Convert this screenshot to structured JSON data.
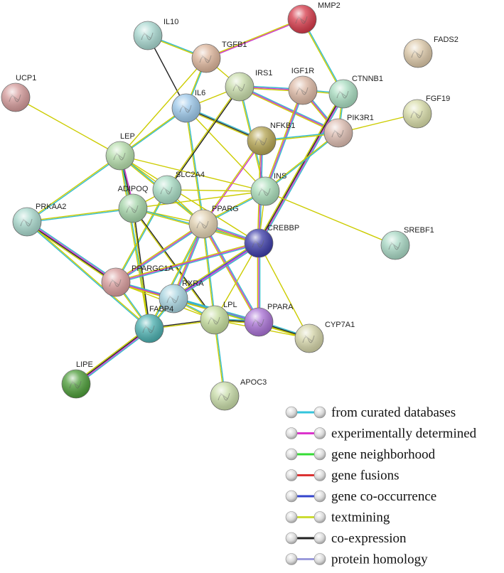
{
  "network": {
    "nodes": [
      {
        "id": "IL10",
        "label": "IL10",
        "color": "#a8d8d0"
      },
      {
        "id": "MMP2",
        "label": "MMP2",
        "color": "#d63a4a"
      },
      {
        "id": "FADS2",
        "label": "FADS2",
        "color": "#dcc8a8"
      },
      {
        "id": "TGFB1",
        "label": "TGFB1",
        "color": "#dcb49a"
      },
      {
        "id": "UCP1",
        "label": "UCP1",
        "color": "#d49a9a"
      },
      {
        "id": "IRS1",
        "label": "IRS1",
        "color": "#c8dcaa"
      },
      {
        "id": "IGF1R",
        "label": "IGF1R",
        "color": "#dcb8a4"
      },
      {
        "id": "CTNNB1",
        "label": "CTNNB1",
        "color": "#a8dcc0"
      },
      {
        "id": "FGF19",
        "label": "FGF19",
        "color": "#d8dca8"
      },
      {
        "id": "IL6",
        "label": "IL6",
        "color": "#9cc8ea"
      },
      {
        "id": "NFKB1",
        "label": "NFKB1",
        "color": "#b4a452"
      },
      {
        "id": "PIK3R1",
        "label": "PIK3R1",
        "color": "#dcbcb0"
      },
      {
        "id": "LEP",
        "label": "LEP",
        "color": "#b4dcaa"
      },
      {
        "id": "SLC2A4",
        "label": "SLC2A4",
        "color": "#a8dcc4"
      },
      {
        "id": "ADIPOQ",
        "label": "ADIPOQ",
        "color": "#a4d4a8"
      },
      {
        "id": "INS",
        "label": "INS",
        "color": "#a8dcb8"
      },
      {
        "id": "PRKAA2",
        "label": "PRKAA2",
        "color": "#a8d8cc"
      },
      {
        "id": "PPARG",
        "label": "PPARG",
        "color": "#e0d0b0"
      },
      {
        "id": "CREBBP",
        "label": "CREBBP",
        "color": "#3c3ca8"
      },
      {
        "id": "SREBF1",
        "label": "SREBF1",
        "color": "#a8d8c4"
      },
      {
        "id": "PPARGC1A",
        "label": "PPARGC1A",
        "color": "#d89c9c"
      },
      {
        "id": "RXRA",
        "label": "RXRA",
        "color": "#a8d4e0"
      },
      {
        "id": "FABP4",
        "label": "FABP4",
        "color": "#4cb0b0"
      },
      {
        "id": "LPL",
        "label": "LPL",
        "color": "#c4dc9c"
      },
      {
        "id": "PPARA",
        "label": "PPARA",
        "color": "#a870d4"
      },
      {
        "id": "CYP7A1",
        "label": "CYP7A1",
        "color": "#d4d4a8"
      },
      {
        "id": "LIPE",
        "label": "LIPE",
        "color": "#4c9c38"
      },
      {
        "id": "APOC3",
        "label": "APOC3",
        "color": "#c8dca8"
      }
    ],
    "edges": [
      [
        "IL10",
        "TGFB1",
        [
          "#33bbcc",
          "#cccc00"
        ]
      ],
      [
        "IL10",
        "IL6",
        [
          "#222222"
        ]
      ],
      [
        "MMP2",
        "TGFB1",
        [
          "#cc33cc",
          "#cccc00"
        ]
      ],
      [
        "MMP2",
        "CTNNB1",
        [
          "#33bbcc",
          "#cccc00"
        ]
      ],
      [
        "TGFB1",
        "IL6",
        [
          "#33bbcc",
          "#cccc00"
        ]
      ],
      [
        "TGFB1",
        "IRS1",
        [
          "#cccc00"
        ]
      ],
      [
        "TGFB1",
        "LEP",
        [
          "#cccc00"
        ]
      ],
      [
        "UCP1",
        "LEP",
        [
          "#cccc00"
        ]
      ],
      [
        "IL6",
        "IRS1",
        [
          "#cccc00"
        ]
      ],
      [
        "IL6",
        "NFKB1",
        [
          "#33bbcc",
          "#222222",
          "#cccc00"
        ]
      ],
      [
        "IL6",
        "LEP",
        [
          "#33bbcc",
          "#cccc00"
        ]
      ],
      [
        "IL6",
        "PPARG",
        [
          "#33bbcc",
          "#cccc00"
        ]
      ],
      [
        "IL6",
        "INS",
        [
          "#cccc00"
        ]
      ],
      [
        "IRS1",
        "IGF1R",
        [
          "#33bbcc",
          "#cc33cc",
          "#cccc00"
        ]
      ],
      [
        "IRS1",
        "PIK3R1",
        [
          "#33bbcc",
          "#cc33cc",
          "#cccc00"
        ]
      ],
      [
        "IRS1",
        "INS",
        [
          "#33bbcc",
          "#cccc00"
        ]
      ],
      [
        "IRS1",
        "SLC2A4",
        [
          "#222222",
          "#cccc00"
        ]
      ],
      [
        "IGF1R",
        "CTNNB1",
        [
          "#33bbcc",
          "#cccc00"
        ]
      ],
      [
        "IGF1R",
        "PIK3R1",
        [
          "#33bbcc",
          "#cc33cc",
          "#cccc00"
        ]
      ],
      [
        "IGF1R",
        "INS",
        [
          "#33bbcc",
          "#cc33cc",
          "#cccc00"
        ]
      ],
      [
        "CTNNB1",
        "PIK3R1",
        [
          "#33bbcc",
          "#cccc00"
        ]
      ],
      [
        "CTNNB1",
        "CREBBP",
        [
          "#33bbcc",
          "#cc33cc",
          "#222222",
          "#cccc00"
        ]
      ],
      [
        "FGF19",
        "PIK3R1",
        [
          "#cccc00"
        ]
      ],
      [
        "NFKB1",
        "PIK3R1",
        [
          "#33bbcc",
          "#cccc00"
        ]
      ],
      [
        "NFKB1",
        "CREBBP",
        [
          "#33bbcc",
          "#cc33cc",
          "#cccc00"
        ]
      ],
      [
        "NFKB1",
        "PPARG",
        [
          "#cc33cc",
          "#cccc00"
        ]
      ],
      [
        "PIK3R1",
        "INS",
        [
          "#33bbcc",
          "#cccc00"
        ]
      ],
      [
        "LEP",
        "INS",
        [
          "#cccc00"
        ]
      ],
      [
        "LEP",
        "SLC2A4",
        [
          "#cccc00"
        ]
      ],
      [
        "LEP",
        "ADIPOQ",
        [
          "#cc33cc",
          "#222222",
          "#cccc00"
        ]
      ],
      [
        "LEP",
        "PRKAA2",
        [
          "#33bbcc",
          "#cccc00"
        ]
      ],
      [
        "LEP",
        "PPARG",
        [
          "#33bbcc",
          "#cccc00"
        ]
      ],
      [
        "LEP",
        "FABP4",
        [
          "#33bbcc",
          "#cccc00"
        ]
      ],
      [
        "LEP",
        "CREBBP",
        [
          "#cccc00"
        ]
      ],
      [
        "SLC2A4",
        "PPARG",
        [
          "#cccc00"
        ]
      ],
      [
        "SLC2A4",
        "ADIPOQ",
        [
          "#cccc00"
        ]
      ],
      [
        "SLC2A4",
        "PPARGC1A",
        [
          "#33bbcc",
          "#cccc00"
        ]
      ],
      [
        "SLC2A4",
        "INS",
        [
          "#cccc00"
        ]
      ],
      [
        "ADIPOQ",
        "PPARG",
        [
          "#cccc00"
        ]
      ],
      [
        "ADIPOQ",
        "PRKAA2",
        [
          "#33bbcc",
          "#cccc00"
        ]
      ],
      [
        "ADIPOQ",
        "FABP4",
        [
          "#222222",
          "#cccc00"
        ]
      ],
      [
        "ADIPOQ",
        "CREBBP",
        [
          "#33bbcc",
          "#cccc00"
        ]
      ],
      [
        "ADIPOQ",
        "INS",
        [
          "#cccc00"
        ]
      ],
      [
        "ADIPOQ",
        "LPL",
        [
          "#222222",
          "#cccc00"
        ]
      ],
      [
        "INS",
        "PPARG",
        [
          "#33bbcc",
          "#cccc00"
        ]
      ],
      [
        "INS",
        "SREBF1",
        [
          "#cccc00"
        ]
      ],
      [
        "INS",
        "CREBBP",
        [
          "#cccc00"
        ]
      ],
      [
        "PRKAA2",
        "PPARGC1A",
        [
          "#33bbcc",
          "#cc33cc",
          "#222222",
          "#cccc00"
        ]
      ],
      [
        "PPARG",
        "CREBBP",
        [
          "#33bbcc",
          "#cc33cc",
          "#cccc00"
        ]
      ],
      [
        "PPARG",
        "PPARGC1A",
        [
          "#33bbcc",
          "#cc33cc",
          "#cccc00"
        ]
      ],
      [
        "PPARG",
        "RXRA",
        [
          "#33bbcc",
          "#cc33cc",
          "#cccc00"
        ]
      ],
      [
        "PPARG",
        "LPL",
        [
          "#33bbcc",
          "#cccc00"
        ]
      ],
      [
        "PPARG",
        "PPARA",
        [
          "#33bbcc",
          "#cc33cc",
          "#cccc00"
        ]
      ],
      [
        "PPARG",
        "FABP4",
        [
          "#33bbcc",
          "#cccc00"
        ]
      ],
      [
        "CREBBP",
        "PPARGC1A",
        [
          "#33bbcc",
          "#cc33cc",
          "#cccc00"
        ]
      ],
      [
        "CREBBP",
        "RXRA",
        [
          "#33bbcc",
          "#cc33cc",
          "#3344cc",
          "#cccc00"
        ]
      ],
      [
        "CREBBP",
        "PPARA",
        [
          "#33bbcc",
          "#cc33cc",
          "#cccc00"
        ]
      ],
      [
        "CREBBP",
        "LPL",
        [
          "#cccc00"
        ]
      ],
      [
        "CREBBP",
        "CYP7A1",
        [
          "#cccc00"
        ]
      ],
      [
        "PPARGC1A",
        "RXRA",
        [
          "#33bbcc",
          "#cc33cc",
          "#cccc00"
        ]
      ],
      [
        "PPARGC1A",
        "FABP4",
        [
          "#33bbcc",
          "#cccc00"
        ]
      ],
      [
        "PPARGC1A",
        "PPARA",
        [
          "#33bbcc",
          "#cc33cc",
          "#cccc00"
        ]
      ],
      [
        "PPARGC1A",
        "LPL",
        [
          "#cccc00"
        ]
      ],
      [
        "RXRA",
        "PPARA",
        [
          "#33bbcc",
          "#cc33cc",
          "#cccc00"
        ]
      ],
      [
        "RXRA",
        "LPL",
        [
          "#33bbcc",
          "#cccc00"
        ]
      ],
      [
        "RXRA",
        "FABP4",
        [
          "#33bbcc",
          "#cccc00"
        ]
      ],
      [
        "RXRA",
        "CYP7A1",
        [
          "#33bbcc",
          "#cccc00"
        ]
      ],
      [
        "FABP4",
        "LPL",
        [
          "#222222",
          "#cccc00"
        ]
      ],
      [
        "FABP4",
        "LIPE",
        [
          "#33bbcc",
          "#cc33cc",
          "#222222",
          "#cccc00"
        ]
      ],
      [
        "FABP4",
        "PRKAA2",
        [
          "#33bbcc",
          "#cccc00"
        ]
      ],
      [
        "LPL",
        "PPARA",
        [
          "#33bbcc",
          "#222222",
          "#cccc00"
        ]
      ],
      [
        "LPL",
        "APOC3",
        [
          "#33bbcc",
          "#cccc00"
        ]
      ],
      [
        "LPL",
        "CYP7A1",
        [
          "#cccc00"
        ]
      ],
      [
        "PPARA",
        "CYP7A1",
        [
          "#33bbcc",
          "#222222",
          "#cccc00"
        ]
      ]
    ]
  },
  "legend": {
    "items": [
      {
        "label": "from curated databases",
        "color": "#33c4dc"
      },
      {
        "label": "experimentally determined",
        "color": "#dc33cc"
      },
      {
        "label": "gene neighborhood",
        "color": "#33dc33"
      },
      {
        "label": "gene fusions",
        "color": "#dc3333"
      },
      {
        "label": "gene co-occurrence",
        "color": "#3344cc"
      },
      {
        "label": "textmining",
        "color": "#ccdc33"
      },
      {
        "label": "co-expression",
        "color": "#222222"
      },
      {
        "label": "protein homology",
        "color": "#9c9cdc"
      }
    ]
  }
}
